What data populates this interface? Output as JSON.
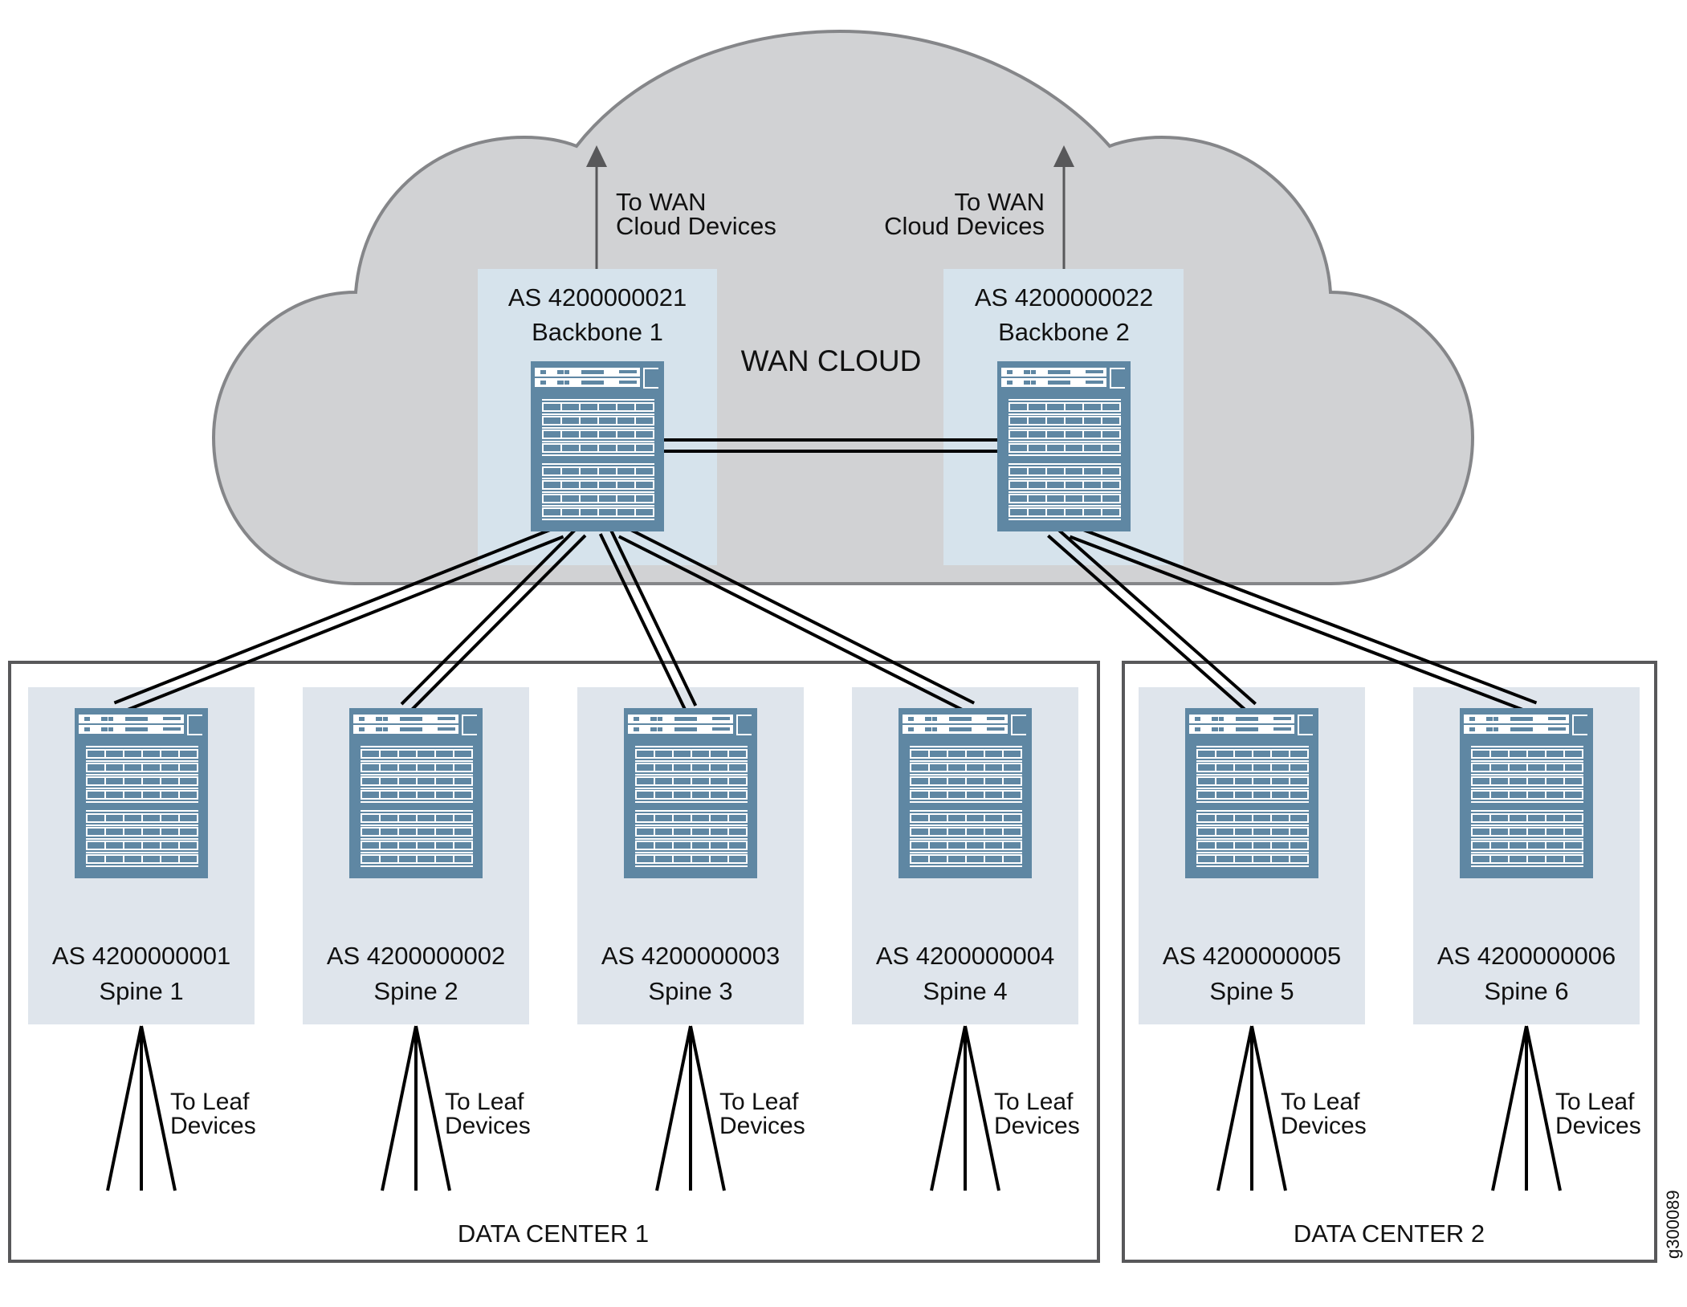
{
  "diagram": {
    "cloud_label": "WAN CLOUD",
    "figure_id": "g300089",
    "colors": {
      "cloud_fill": "#d1d2d4",
      "cloud_stroke": "#858689",
      "backbone_box": "#d6e3ec",
      "spine_box": "#dfe5ec",
      "device": "#5f87a3",
      "device_detail": "#ffffff",
      "link": "#000000",
      "arrow": "#58585a",
      "frame": "#58585a"
    },
    "backbones": [
      {
        "id": "backbone-1",
        "as": "AS 4200000021",
        "name": "Backbone 1",
        "uplink": {
          "line1": "To WAN",
          "line2": "Cloud Devices",
          "align": "left"
        }
      },
      {
        "id": "backbone-2",
        "as": "AS 4200000022",
        "name": "Backbone 2",
        "uplink": {
          "line1": "To WAN",
          "line2": "Cloud Devices",
          "align": "right"
        }
      }
    ],
    "data_centers": [
      {
        "id": "dc-1",
        "label": "DATA CENTER 1"
      },
      {
        "id": "dc-2",
        "label": "DATA CENTER 2"
      }
    ],
    "spines": [
      {
        "id": "spine-1",
        "as": "AS 4200000001",
        "name": "Spine 1",
        "dc": "dc-1",
        "backbone": "backbone-1"
      },
      {
        "id": "spine-2",
        "as": "AS 4200000002",
        "name": "Spine 2",
        "dc": "dc-1",
        "backbone": "backbone-1"
      },
      {
        "id": "spine-3",
        "as": "AS 4200000003",
        "name": "Spine 3",
        "dc": "dc-1",
        "backbone": "backbone-1"
      },
      {
        "id": "spine-4",
        "as": "AS 4200000004",
        "name": "Spine 4",
        "dc": "dc-1",
        "backbone": "backbone-1"
      },
      {
        "id": "spine-5",
        "as": "AS 4200000005",
        "name": "Spine 5",
        "dc": "dc-2",
        "backbone": "backbone-2"
      },
      {
        "id": "spine-6",
        "as": "AS 4200000006",
        "name": "Spine 6",
        "dc": "dc-2",
        "backbone": "backbone-2"
      }
    ],
    "leaf_label": {
      "line1": "To Leaf",
      "line2": "Devices"
    },
    "links": [
      {
        "from": "backbone-1",
        "to": "backbone-2",
        "type": "double"
      },
      {
        "from": "backbone-1",
        "to": "spine-1",
        "type": "double"
      },
      {
        "from": "backbone-1",
        "to": "spine-2",
        "type": "double"
      },
      {
        "from": "backbone-1",
        "to": "spine-3",
        "type": "double"
      },
      {
        "from": "backbone-1",
        "to": "spine-4",
        "type": "double"
      },
      {
        "from": "backbone-2",
        "to": "spine-5",
        "type": "double"
      },
      {
        "from": "backbone-2",
        "to": "spine-6",
        "type": "double"
      }
    ]
  }
}
